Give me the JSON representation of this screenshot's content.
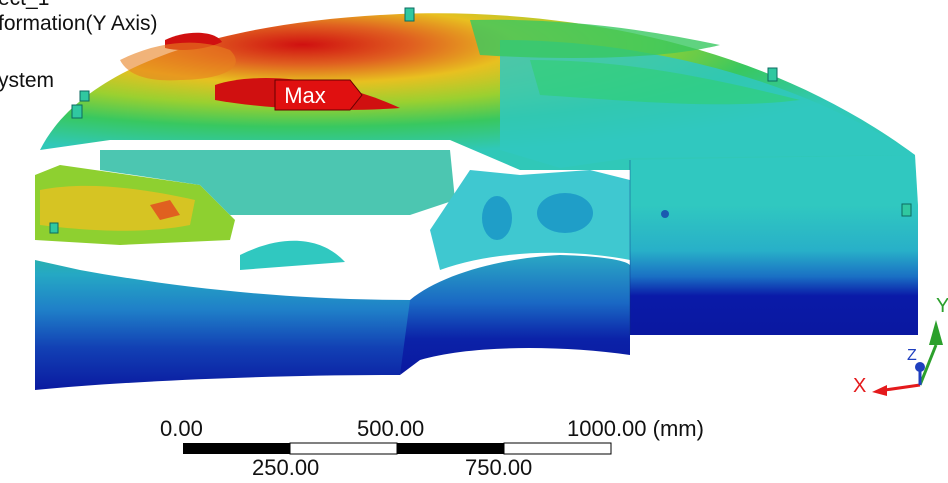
{
  "legend": {
    "line1": "ect_1",
    "line2": "formation(Y Axis)",
    "line3": "ystem"
  },
  "probe": {
    "max_label": "Max"
  },
  "scale_bar": {
    "top_labels": [
      "0.00",
      "500.00",
      "1000.00 (mm)"
    ],
    "bottom_labels": [
      "250.00",
      "750.00"
    ]
  },
  "triad": {
    "x_label": "X",
    "y_label": "Y",
    "z_label": "Z",
    "x_color": "#e41a1c",
    "y_color": "#2ca02c",
    "z_color": "#1f3fbf"
  },
  "contour_colors": [
    "#0a1aa8",
    "#1466c8",
    "#2aa0c0",
    "#30c8c0",
    "#30d070",
    "#8ed030",
    "#e8e020",
    "#f0a020",
    "#e04020",
    "#d01010"
  ]
}
